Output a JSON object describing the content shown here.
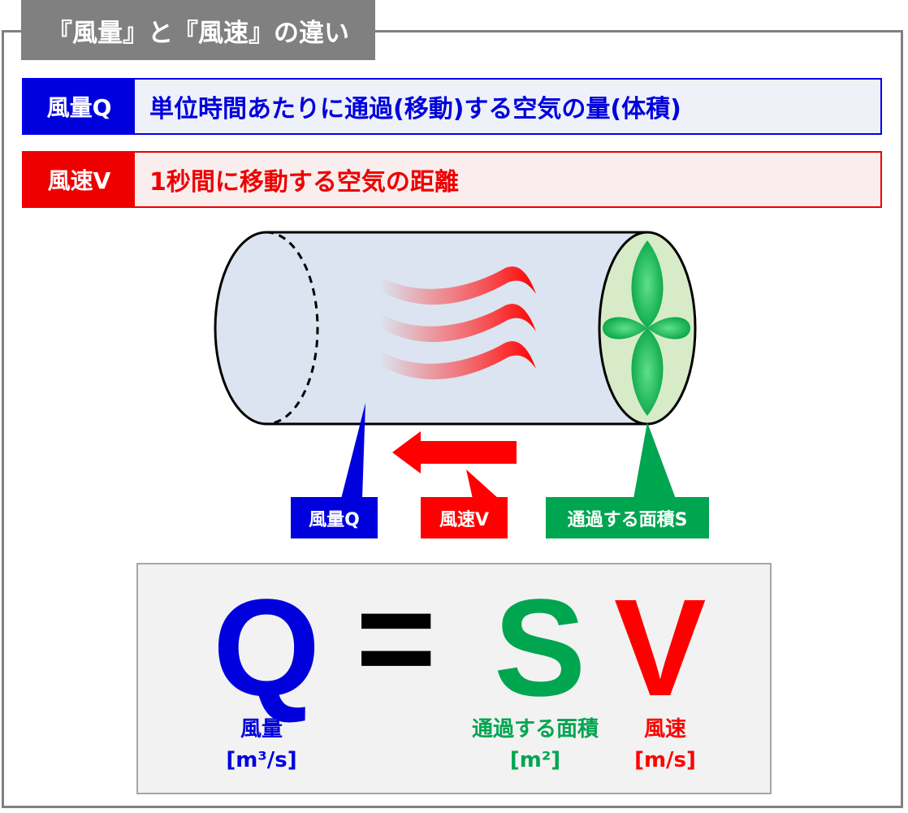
{
  "title": "『風量』と『風速』の違い",
  "definitions": {
    "flow": {
      "label": "風量Q",
      "text": "単位時間あたりに通過(移動)する空気の量(体積)"
    },
    "speed": {
      "label": "風速V",
      "text": "1秒間に移動する空気の距離"
    }
  },
  "callouts": {
    "flow": "風量Q",
    "speed": "風速V",
    "area": "通過する面積S"
  },
  "formula": {
    "lhs": "Q",
    "equals": "=",
    "s": "S",
    "v": "V",
    "q_name": "風量",
    "q_unit": "[m³/s]",
    "s_name": "通過する面積",
    "s_unit": "[m²]",
    "v_name": "風速",
    "v_unit": "[m/s]"
  },
  "colors": {
    "blue": "#0000dd",
    "red": "#ee0000",
    "green": "#00a550",
    "gray": "#808080",
    "cylinder": "#dbe4f0"
  },
  "icons": [
    "wind-icon",
    "fan-icon",
    "arrow-left-icon"
  ]
}
